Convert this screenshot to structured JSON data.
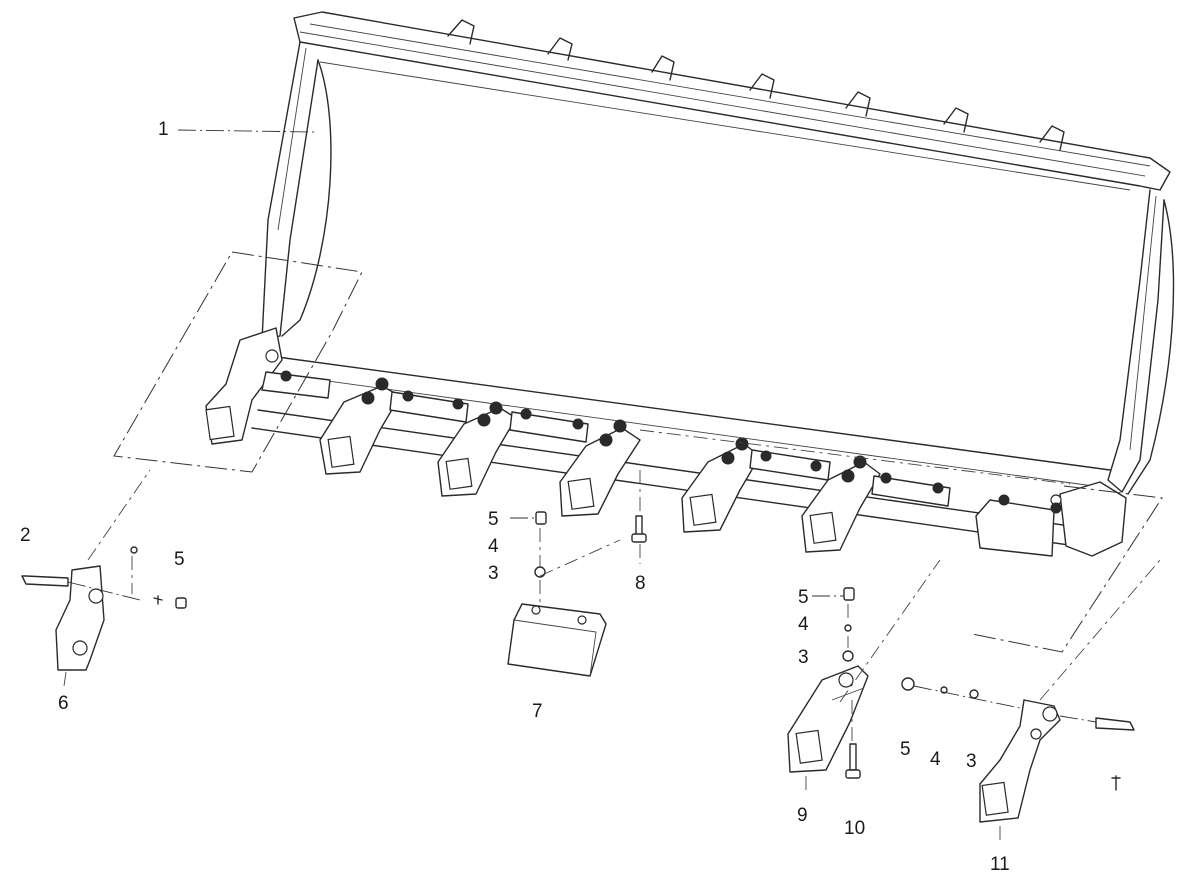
{
  "callouts": {
    "c1": "1",
    "c2": "2",
    "c5a": "5",
    "c6": "6",
    "c5b": "5",
    "c4a": "4",
    "c3a": "3",
    "c7": "7",
    "c8": "8",
    "c5c": "5",
    "c4b": "4",
    "c3b": "3",
    "c9": "9",
    "c10": "10",
    "c5d": "5",
    "c4c": "4",
    "c3c": "3",
    "c11": "11"
  }
}
